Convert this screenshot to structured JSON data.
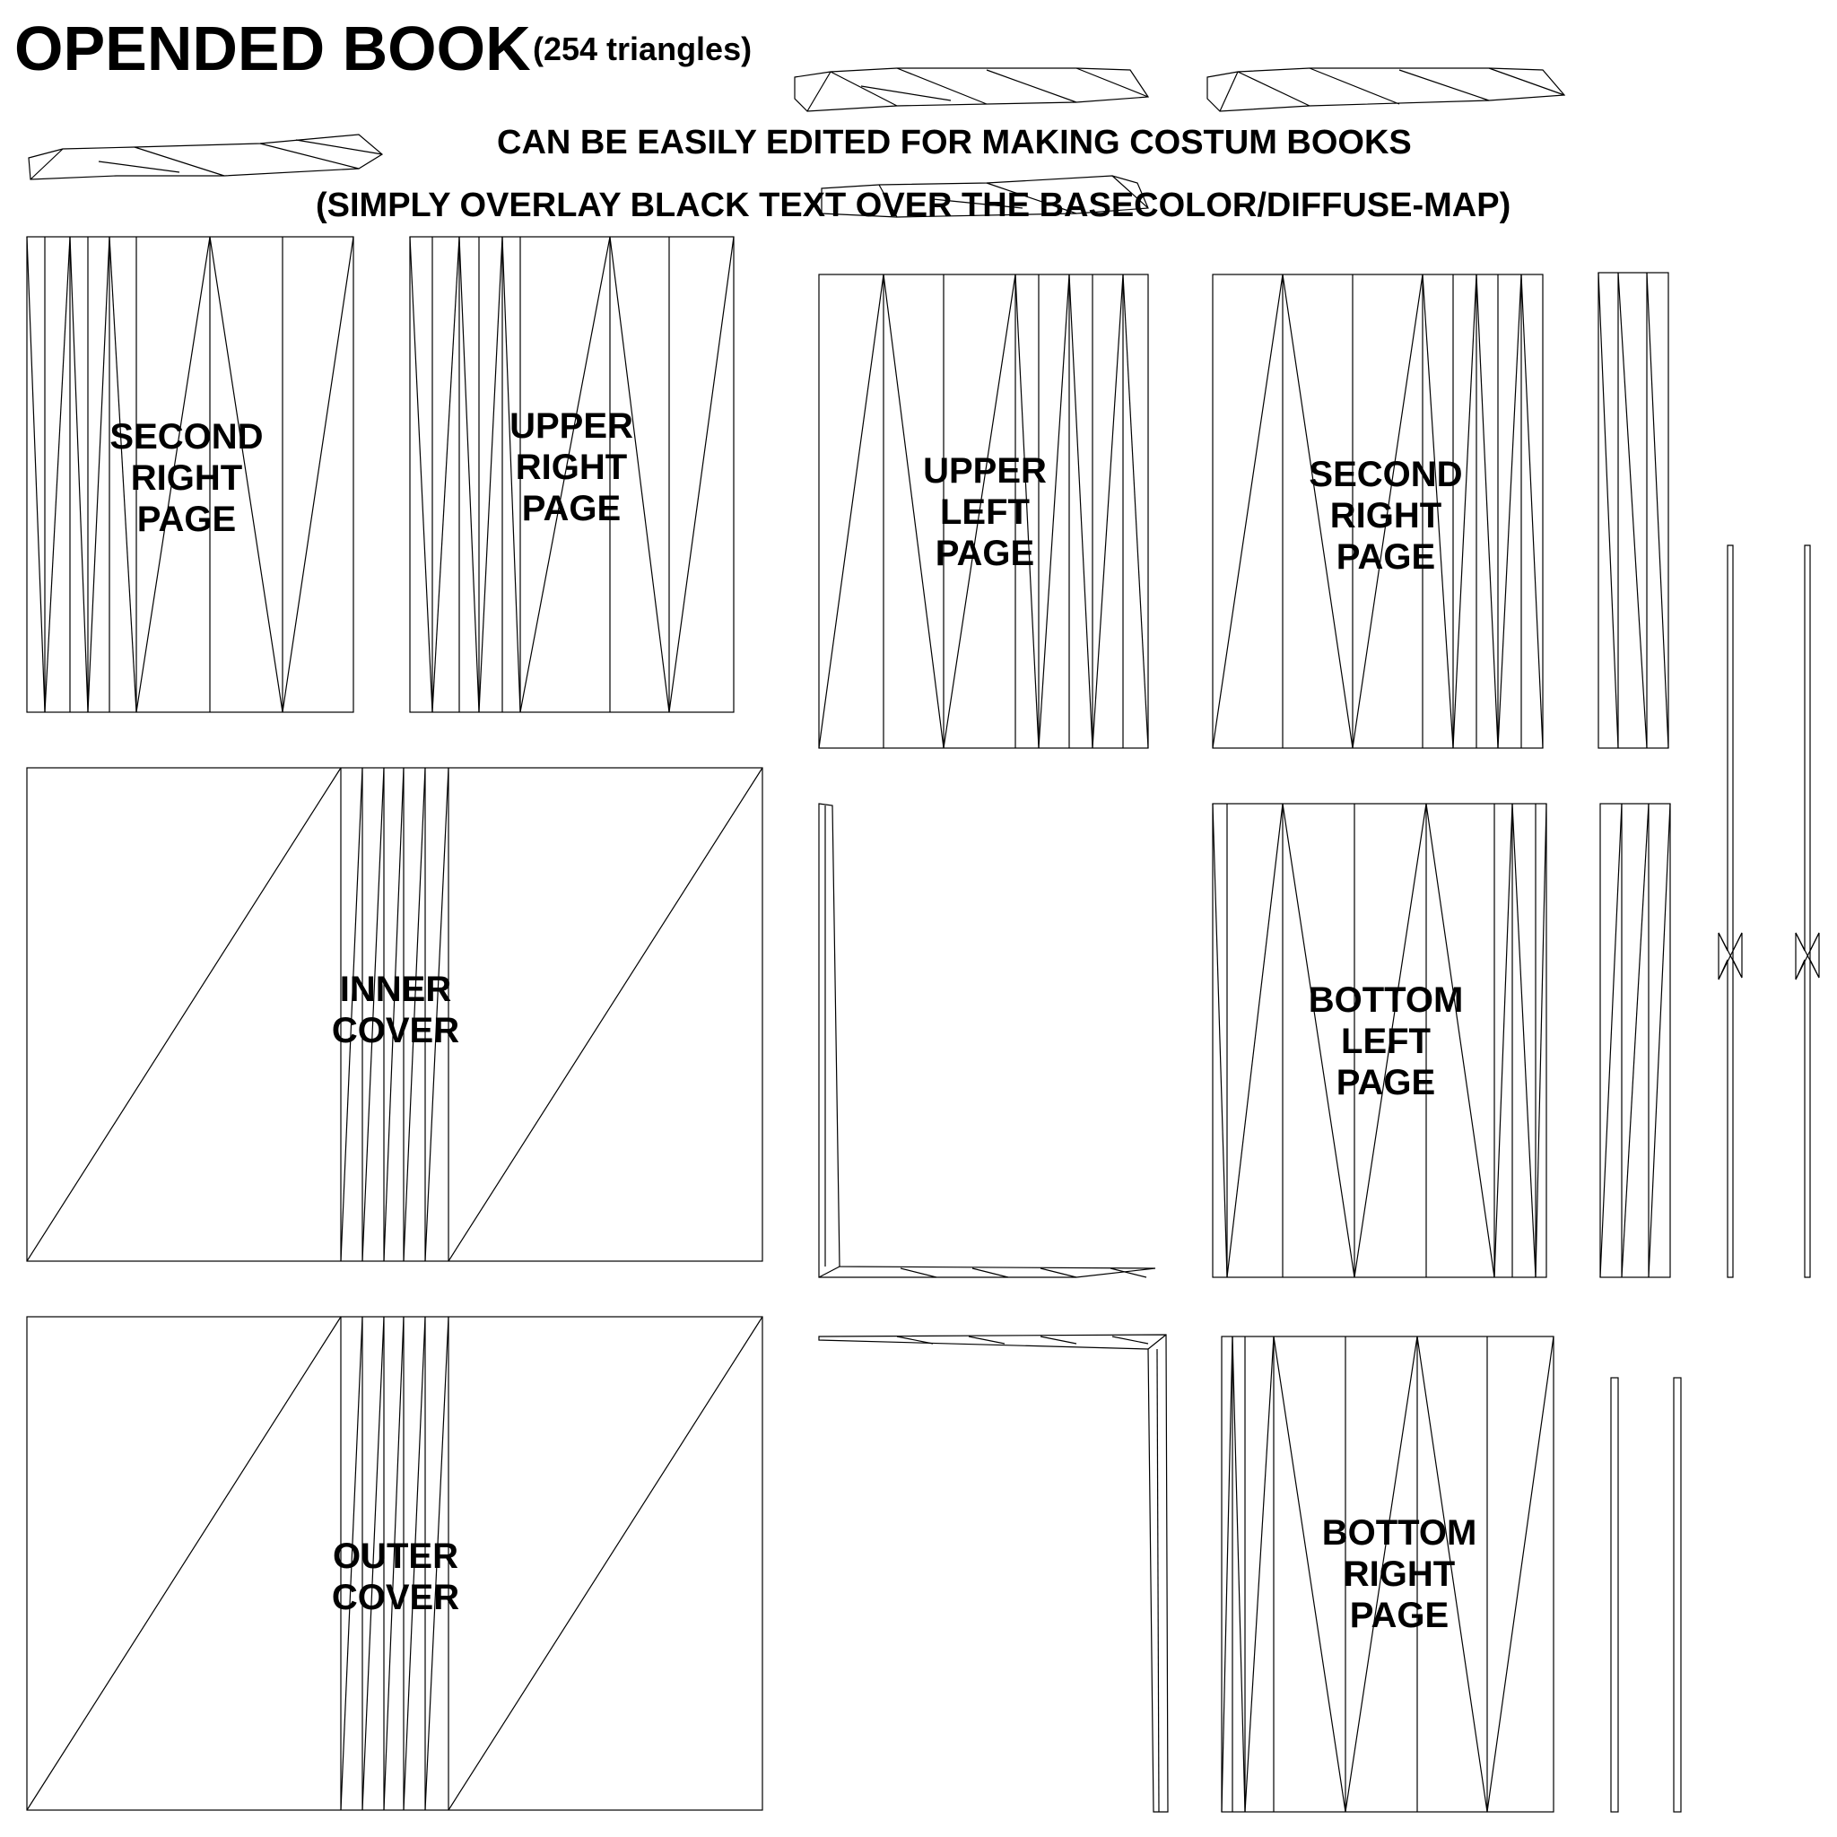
{
  "header": {
    "title": "OPENDED BOOK",
    "triangle_count": "(254 triangles)",
    "note_line1": "CAN BE EASILY EDITED FOR MAKING COSTUM BOOKS",
    "note_line2": "(SIMPLY OVERLAY BLACK TEXT OVER THE BASECOLOR/DIFFUSE-MAP)"
  },
  "islands": {
    "second_right_page_a": "SECOND\nRIGHT\nPAGE",
    "upper_right_page": "UPPER\nRIGHT\nPAGE",
    "upper_left_page": "UPPER\nLEFT\nPAGE",
    "second_right_page_b": "SECOND\nRIGHT\nPAGE",
    "inner_cover": "INNER\nCOVER",
    "bottom_left_page": "BOTTOM\nLEFT\nPAGE",
    "outer_cover": "OUTER\nCOVER",
    "bottom_right_page": "BOTTOM\nRIGHT\nPAGE"
  },
  "colors": {
    "background": "#ffffff",
    "line": "#000000",
    "text": "#000000"
  }
}
